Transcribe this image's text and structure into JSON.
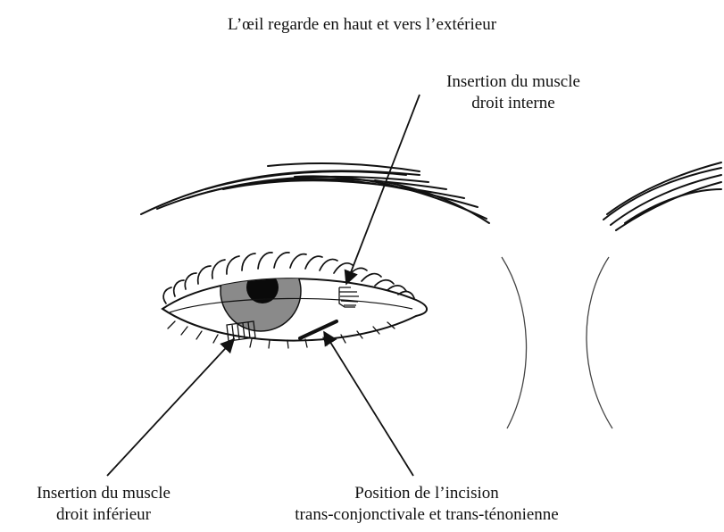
{
  "title": "L’œil regarde en haut et vers l’extérieur",
  "labels": {
    "internal_rectus": {
      "line1": "Insertion du muscle",
      "line2": "droit interne"
    },
    "inferior_rectus": {
      "line1": "Insertion du muscle",
      "line2": "droit inférieur"
    },
    "incision": {
      "line1": "Position de l’incision",
      "line2": "trans-conjonctivale et trans-ténonienne"
    }
  },
  "colors": {
    "ink": "#111111",
    "iris": "#8a8a8a",
    "pupil": "#0a0a0a",
    "background": "#ffffff"
  }
}
